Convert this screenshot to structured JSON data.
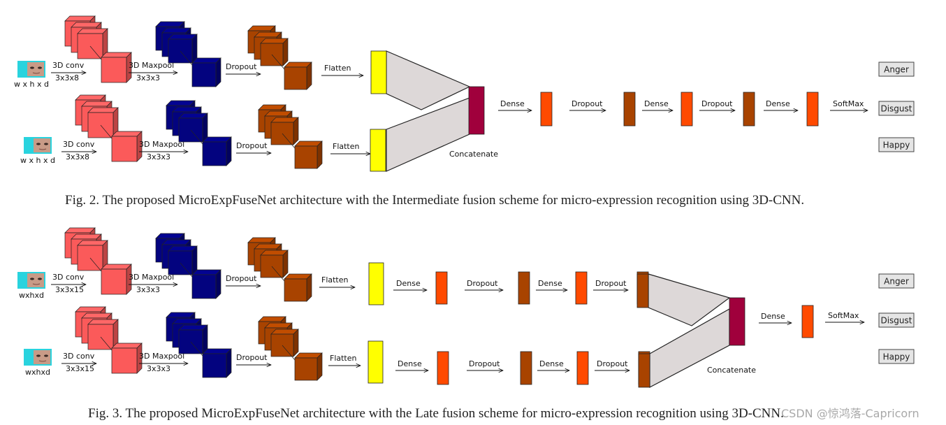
{
  "figure2": {
    "caption": "Fig. 2.  The proposed MicroExpFuseNet architecture with the Intermediate fusion scheme for micro-expression recognition using 3D-CNN.",
    "input_label_top": "w x h x d",
    "input_label_bottom": "w x h x d",
    "conv_label": "3D conv",
    "conv_kernel": "3x3x8",
    "maxpool_label": "3D Maxpool",
    "maxpool_kernel": "3x3x3",
    "dropout_label": "Dropout",
    "flatten_label": "Flatten",
    "concat_label": "Concatenate",
    "head_labels": [
      "Dense",
      "Dropout",
      "Dense",
      "Dropout",
      "Dense",
      "SoftMax"
    ],
    "outputs": [
      "Anger",
      "Disgust",
      "Happy"
    ]
  },
  "figure3": {
    "caption": "Fig. 3.  The proposed MicroExpFuseNet architecture with the Late fusion scheme for micro-expression recognition using 3D-CNN.",
    "input_label_top": "wxhxd",
    "input_label_bottom": "wxhxd",
    "conv_label": "3D conv",
    "conv_kernel": "3x3x15",
    "maxpool_label": "3D Maxpool",
    "maxpool_kernel": "3x3x3",
    "dropout_label": "Dropout",
    "flatten_label": "Flatten",
    "branch_labels": [
      "Dense",
      "Dropout",
      "Dense",
      "Dropout"
    ],
    "concat_label": "Concatenate",
    "dense_label": "Dense",
    "softmax_label": "SoftMax",
    "outputs": [
      "Anger",
      "Disgust",
      "Happy"
    ]
  },
  "watermark": "CSDN @惊鸿落-Capricorn",
  "colors": {
    "conv": "#fb5a5a",
    "maxpool": "#03037f",
    "dropout": "#a84300",
    "flatten": "#ffff00",
    "concat": "#a0003c",
    "dense": "#ff4a00",
    "funnel": "#ddd8d8",
    "face_bg": "#29d3de"
  },
  "icons": [
    "face-image-icon",
    "arrow-icon"
  ]
}
